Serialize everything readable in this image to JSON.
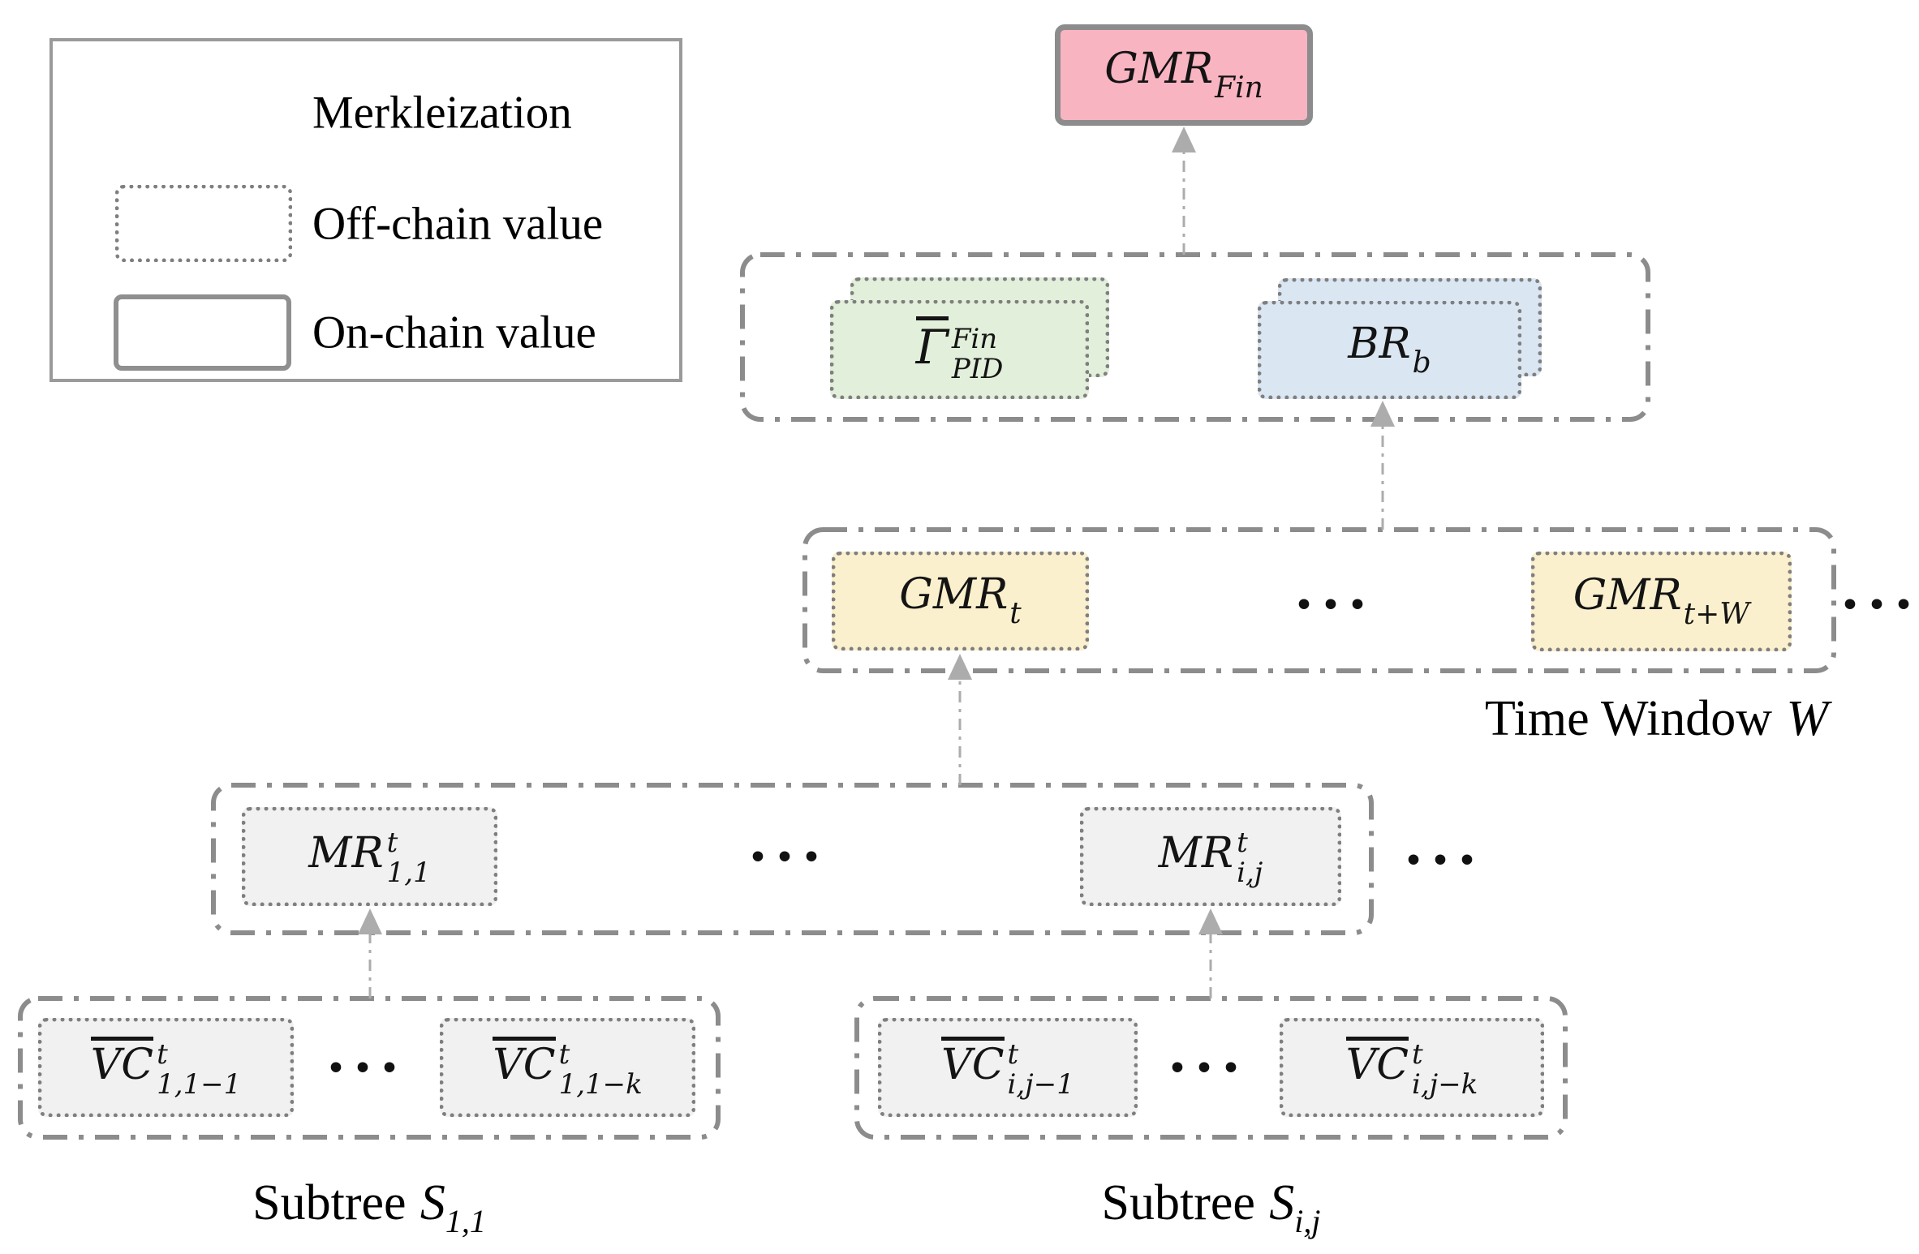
{
  "legend": {
    "items": [
      {
        "label": "Merkleization",
        "swatch": "merkleization"
      },
      {
        "label": "Off-chain value",
        "swatch": "off-chain"
      },
      {
        "label": "On-chain value",
        "swatch": "on-chain"
      }
    ]
  },
  "nodes": {
    "gmr_fin": {
      "base": "GMR",
      "sub": "Fin"
    },
    "gamma_pid": {
      "base": "Γ",
      "sup": "Fin",
      "sub": "PID"
    },
    "br_b": {
      "base": "BR",
      "sub": "b"
    },
    "gmr_t": {
      "base": "GMR",
      "sub": "t"
    },
    "gmr_tw": {
      "base": "GMR",
      "sub": "t+W"
    },
    "mr_11": {
      "base": "MR",
      "sup": "t",
      "sub": "1,1"
    },
    "mr_ij": {
      "base": "MR",
      "sup": "t",
      "sub": "i,j"
    },
    "vc_111": {
      "base": "VC",
      "sup": "t",
      "sub": "1,1−1"
    },
    "vc_11k": {
      "base": "VC",
      "sup": "t",
      "sub": "1,1−k"
    },
    "vc_ij1": {
      "base": "VC",
      "sup": "t",
      "sub": "i,j−1"
    },
    "vc_ijk": {
      "base": "VC",
      "sup": "t",
      "sub": "i,j−k"
    }
  },
  "captions": {
    "time_window": {
      "prefix": "Time Window",
      "var": "W"
    },
    "subtree_11": {
      "prefix": "Subtree",
      "var": "S",
      "sub": "1,1"
    },
    "subtree_ij": {
      "prefix": "Subtree",
      "var": "S",
      "sub": "i,j"
    }
  },
  "ellipsis": "•••",
  "colors": {
    "on_chain_fill": "#f9b4c1",
    "gamma_fill": "#e2efda",
    "br_fill": "#dae6f2",
    "gmr_window_fill": "#fbf0cd",
    "mr_vc_fill": "#f1f1f1",
    "merkleization_border": "#8c8c8c",
    "off_chain_border": "#7f7f7f",
    "arrow": "#acacac",
    "text": "#141414"
  }
}
